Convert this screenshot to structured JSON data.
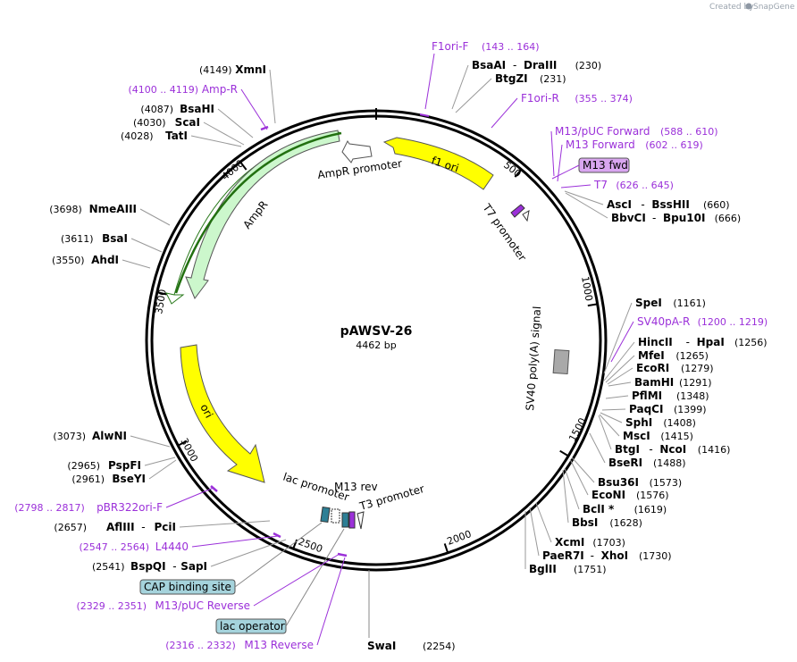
{
  "brand": {
    "created_by": "Created by",
    "name": "SnapGene"
  },
  "plasmid": {
    "name": "pAWSV-26",
    "size": "4462 bp"
  },
  "ticks": {
    "t500": "500",
    "t1000": "1000",
    "t1500": "1500",
    "t2000": "2000",
    "t2500": "2500",
    "t3000": "3000",
    "t3500": "3500",
    "t4000": "4000"
  },
  "features": {
    "f1ori": "f1 ori",
    "t7_promoter": "T7 promoter",
    "sv40": "SV40 poly(A) signal",
    "lac_promoter": "lac promoter",
    "m13_rev": "M13 rev",
    "t3_promoter": "T3 promoter",
    "ori": "ori",
    "ampr": "AmpR",
    "ampr_promoter": "AmpR promoter"
  },
  "boxes": {
    "m13_fwd": "M13 fwd",
    "cap": "CAP binding site",
    "lac_op": "lac operator"
  },
  "right_labels": [
    {
      "name": "BsaAI",
      "sep": "-",
      "name2": "DraIII",
      "pos": "(230)"
    },
    {
      "name": "BtgZI",
      "pos": "(231)"
    },
    {
      "prim": "F1ori-R",
      "ppos": "(355 .. 374)"
    },
    {
      "prim": "M13/pUC Forward",
      "ppos": "(588 .. 610)"
    },
    {
      "prim": "M13 Forward",
      "ppos": "(602 .. 619)"
    },
    {
      "prim": "T7",
      "ppos": "(626 .. 645)"
    },
    {
      "name": "AscI",
      "sep": "-",
      "name2": "BssHII",
      "pos": "(660)"
    },
    {
      "name": "BbvCI",
      "sep": "-",
      "name2": "Bpu10I",
      "pos": "(666)"
    },
    {
      "name": "SpeI",
      "pos": "(1161)"
    },
    {
      "prim": "SV40pA-R",
      "ppos": "(1200 .. 1219)"
    },
    {
      "name": "HincII",
      "sep": "-",
      "name2": "HpaI",
      "pos": "(1256)"
    },
    {
      "name": "MfeI",
      "pos": "(1265)"
    },
    {
      "name": "EcoRI",
      "pos": "(1279)"
    },
    {
      "name": "BamHI",
      "pos": "(1291)"
    },
    {
      "name": "PflMI",
      "pos": "(1348)"
    },
    {
      "name": "PaqCI",
      "pos": "(1399)"
    },
    {
      "name": "SphI",
      "pos": "(1408)"
    },
    {
      "name": "MscI",
      "pos": "(1415)"
    },
    {
      "name": "BtgI",
      "sep": "-",
      "name2": "NcoI",
      "pos": "(1416)"
    },
    {
      "name": "BseRI",
      "pos": "(1488)"
    },
    {
      "name": "Bsu36I",
      "pos": "(1573)"
    },
    {
      "name": "EcoNI",
      "pos": "(1576)"
    },
    {
      "name": "BclI *",
      "pos": "(1619)"
    },
    {
      "name": "BbsI",
      "pos": "(1628)"
    },
    {
      "name": "XcmI",
      "pos": "(1703)"
    },
    {
      "name": "PaeR7I",
      "sep": "-",
      "name2": "XhoI",
      "pos": "(1730)"
    },
    {
      "name": "BglII",
      "pos": "(1751)"
    }
  ],
  "top_primer": {
    "prim": "F1ori-F",
    "ppos": "(143 .. 164)"
  },
  "swai": {
    "name": "SwaI",
    "pos": "(2254)"
  },
  "left_labels": [
    {
      "pos": "(4149)",
      "name": "XmnI"
    },
    {
      "ppos": "(4100 .. 4119)",
      "prim": "Amp-R"
    },
    {
      "pos": "(4087)",
      "name": "BsaHI"
    },
    {
      "pos": "(4030)",
      "name": "ScaI"
    },
    {
      "pos": "(4028)",
      "name": "TatI"
    },
    {
      "pos": "(3698)",
      "name": "NmeAIII"
    },
    {
      "pos": "(3611)",
      "name": "BsaI"
    },
    {
      "pos": "(3550)",
      "name": "AhdI"
    },
    {
      "pos": "(3073)",
      "name": "AlwNI"
    },
    {
      "pos": "(2965)",
      "name": "PspFI"
    },
    {
      "pos": "(2961)",
      "name": "BseYI"
    },
    {
      "ppos": "(2798 .. 2817)",
      "prim": "pBR322ori-F"
    },
    {
      "pos": "(2657)",
      "name": "AflIII",
      "sep": "-",
      "name2": "PciI"
    },
    {
      "ppos": "(2547 .. 2564)",
      "prim": "L4440"
    },
    {
      "pos": "(2541)",
      "name": "BspQI",
      "sep": "-",
      "name2": "SapI"
    },
    {
      "ppos": "(2329 .. 2351)",
      "prim": "M13/pUC Reverse"
    },
    {
      "ppos": "(2316 .. 2332)",
      "prim": "M13 Reverse"
    }
  ],
  "colors": {
    "primer": "#9b30d9",
    "yellow": "#ffff00",
    "green": "#ccf7cc",
    "gray": "#a9a9a9",
    "box": "#a5d3dc"
  }
}
